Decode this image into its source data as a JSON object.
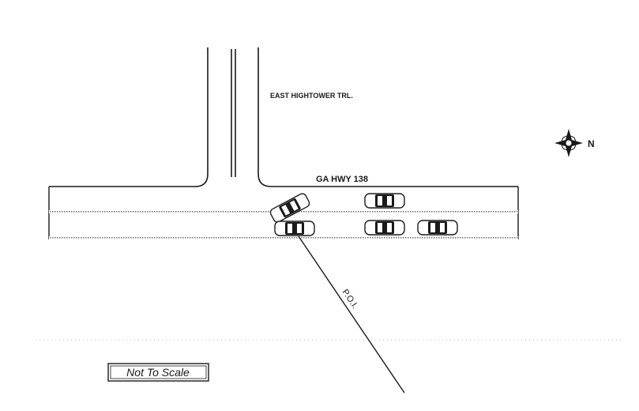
{
  "labels": {
    "side_road": "EAST HIGHTOWER TRL.",
    "main_road": "GA HWY 138",
    "poi": "P.O.I.",
    "compass_letter": "N",
    "scale_note": "Not To Scale"
  },
  "icons": {
    "compass": "compass-rose-icon"
  },
  "colors": {
    "line": "#1a1a1a",
    "background": "#ffffff",
    "hatch": "#6a6a6a"
  },
  "vehicles": [
    {
      "id": "vehicle-skewed-westbound"
    },
    {
      "id": "vehicle-westbound-upper"
    },
    {
      "id": "vehicle-poi"
    },
    {
      "id": "vehicle-eastbound-middle"
    },
    {
      "id": "vehicle-eastbound-right"
    }
  ]
}
